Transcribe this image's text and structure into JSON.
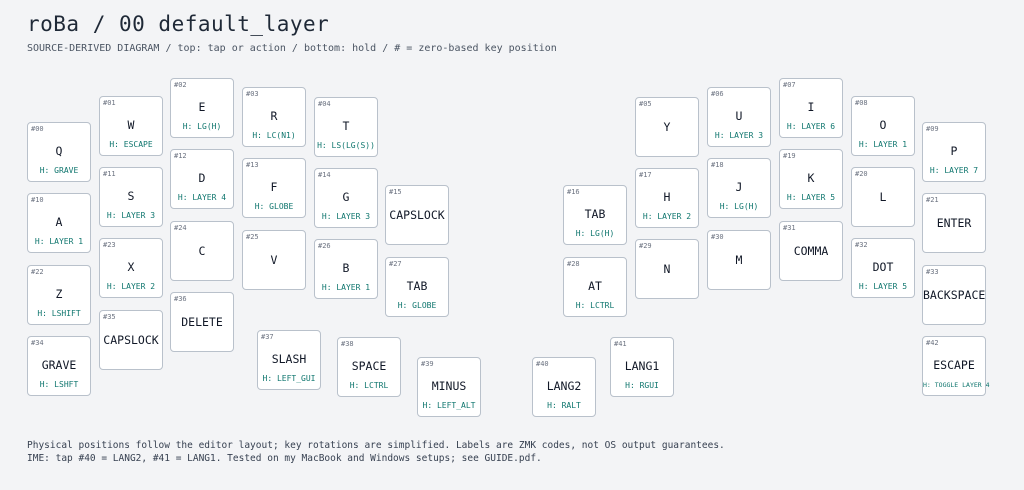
{
  "title": "roBa / 00 default_layer",
  "subtitle": "SOURCE-DERIVED DIAGRAM / top: tap or action / bottom: hold / # = zero-based key position",
  "keys": [
    {
      "pos": "#00",
      "tap": "Q",
      "hold": "H: GRAVE"
    },
    {
      "pos": "#01",
      "tap": "W",
      "hold": "H: ESCAPE"
    },
    {
      "pos": "#02",
      "tap": "E",
      "hold": "H: LG(H)"
    },
    {
      "pos": "#03",
      "tap": "R",
      "hold": "H: LC(N1)"
    },
    {
      "pos": "#04",
      "tap": "T",
      "hold": "H: LS(LG(S))"
    },
    {
      "pos": "#05",
      "tap": "Y",
      "hold": ""
    },
    {
      "pos": "#06",
      "tap": "U",
      "hold": "H: LAYER 3"
    },
    {
      "pos": "#07",
      "tap": "I",
      "hold": "H: LAYER 6"
    },
    {
      "pos": "#08",
      "tap": "O",
      "hold": "H: LAYER 1"
    },
    {
      "pos": "#09",
      "tap": "P",
      "hold": "H: LAYER 7"
    },
    {
      "pos": "#10",
      "tap": "A",
      "hold": "H: LAYER 1"
    },
    {
      "pos": "#11",
      "tap": "S",
      "hold": "H: LAYER 3"
    },
    {
      "pos": "#12",
      "tap": "D",
      "hold": "H: LAYER 4"
    },
    {
      "pos": "#13",
      "tap": "F",
      "hold": "H: GLOBE"
    },
    {
      "pos": "#14",
      "tap": "G",
      "hold": "H: LAYER 3"
    },
    {
      "pos": "#15",
      "tap": "CAPSLOCK",
      "hold": ""
    },
    {
      "pos": "#16",
      "tap": "TAB",
      "hold": "H: LG(H)"
    },
    {
      "pos": "#17",
      "tap": "H",
      "hold": "H: LAYER 2"
    },
    {
      "pos": "#18",
      "tap": "J",
      "hold": "H: LG(H)"
    },
    {
      "pos": "#19",
      "tap": "K",
      "hold": "H: LAYER 5"
    },
    {
      "pos": "#20",
      "tap": "L",
      "hold": ""
    },
    {
      "pos": "#21",
      "tap": "ENTER",
      "hold": ""
    },
    {
      "pos": "#22",
      "tap": "Z",
      "hold": "H: LSHIFT"
    },
    {
      "pos": "#23",
      "tap": "X",
      "hold": "H: LAYER 2"
    },
    {
      "pos": "#24",
      "tap": "C",
      "hold": ""
    },
    {
      "pos": "#25",
      "tap": "V",
      "hold": ""
    },
    {
      "pos": "#26",
      "tap": "B",
      "hold": "H: LAYER 1"
    },
    {
      "pos": "#27",
      "tap": "TAB",
      "hold": "H: GLOBE"
    },
    {
      "pos": "#28",
      "tap": "AT",
      "hold": "H: LCTRL"
    },
    {
      "pos": "#29",
      "tap": "N",
      "hold": ""
    },
    {
      "pos": "#30",
      "tap": "M",
      "hold": ""
    },
    {
      "pos": "#31",
      "tap": "COMMA",
      "hold": ""
    },
    {
      "pos": "#32",
      "tap": "DOT",
      "hold": "H: LAYER 5"
    },
    {
      "pos": "#33",
      "tap": "BACKSPACE",
      "hold": ""
    },
    {
      "pos": "#34",
      "tap": "GRAVE",
      "hold": "H: LSHFT"
    },
    {
      "pos": "#35",
      "tap": "CAPSLOCK",
      "hold": ""
    },
    {
      "pos": "#36",
      "tap": "DELETE",
      "hold": ""
    },
    {
      "pos": "#37",
      "tap": "SLASH",
      "hold": "H: LEFT_GUI"
    },
    {
      "pos": "#38",
      "tap": "SPACE",
      "hold": "H: LCTRL"
    },
    {
      "pos": "#39",
      "tap": "MINUS",
      "hold": "H: LEFT_ALT"
    },
    {
      "pos": "#40",
      "tap": "LANG2",
      "hold": "H: RALT"
    },
    {
      "pos": "#41",
      "tap": "LANG1",
      "hold": "H: RGUI"
    },
    {
      "pos": "#42",
      "tap": "ESCAPE",
      "hold": "H: TOGGLE LAYER 4"
    }
  ],
  "footer": {
    "line1": "Physical positions follow the editor layout; key rotations are simplified. Labels are ZMK codes, not OS output guarantees.",
    "line2": "IME: tap #40 = LANG2, #41 = LANG1. Tested on my MacBook and Windows setups; see GUIDE.pdf."
  }
}
